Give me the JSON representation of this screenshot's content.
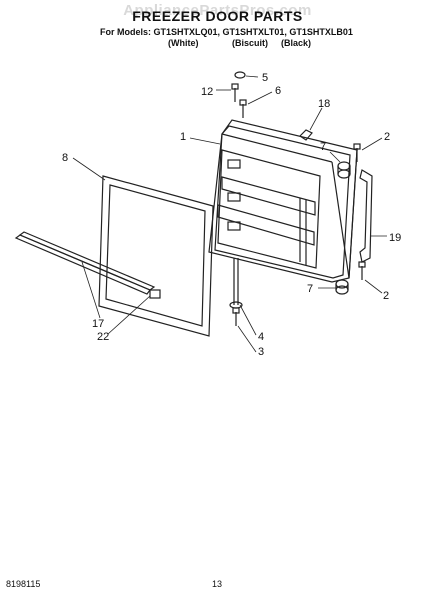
{
  "watermark": "AppliancePartsPros.com",
  "title": "FREEZER DOOR PARTS",
  "models_line": "For Models: GT1SHTXLQ01, GT1SHTXLT01, GT1SHTXLB01",
  "variants": [
    "(White)",
    "(Biscuit)",
    "(Black)"
  ],
  "callouts": [
    "5",
    "12",
    "6",
    "18",
    "1",
    "2",
    "7",
    "8",
    "19",
    "7",
    "2",
    "4",
    "17",
    "22",
    "3"
  ],
  "footer": {
    "doc_number": "8198115",
    "page_number": "13"
  }
}
